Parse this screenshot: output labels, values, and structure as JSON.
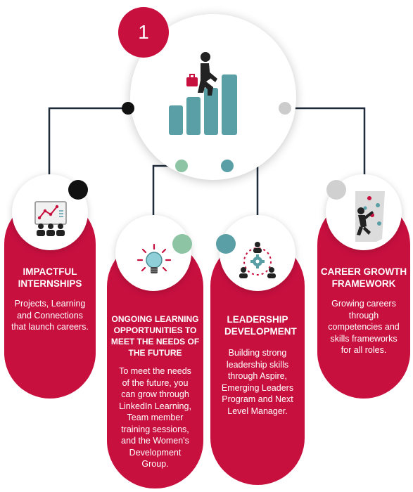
{
  "badge": {
    "number": "1"
  },
  "cards": [
    {
      "title": "IMPACTFUL INTERNSHIPS",
      "desc": "Projects, Learning and Connections that launch careers.",
      "icon": "presentation-audience-icon"
    },
    {
      "title": "ONGOING LEARNING OPPORTUNITIES TO MEET THE NEEDS OF THE FUTURE",
      "desc": "To meet the needs of the future, you can grow through LinkedIn Learning, Team member training sessions, and the Women's Development Group.",
      "icon": "lightbulb-icon"
    },
    {
      "title": "LEADERSHIP DEVELOPMENT",
      "desc": "Building strong leadership skills through Aspire, Emerging Leaders Program and Next Level Manager.",
      "icon": "leadership-team-gear-icon"
    },
    {
      "title": "CAREER GROWTH FRAMEWORK",
      "desc": "Growing careers through competencies and skills frameworks for all roles.",
      "icon": "climbing-wall-icon"
    }
  ],
  "hub": {
    "icon": "person-climbing-bar-chart-icon"
  },
  "colors": {
    "accent": "#c8103f",
    "teal": "#5a9ea6",
    "mint": "#8dc4a4",
    "line": "#1e2a3a",
    "gray": "#cccccc"
  }
}
